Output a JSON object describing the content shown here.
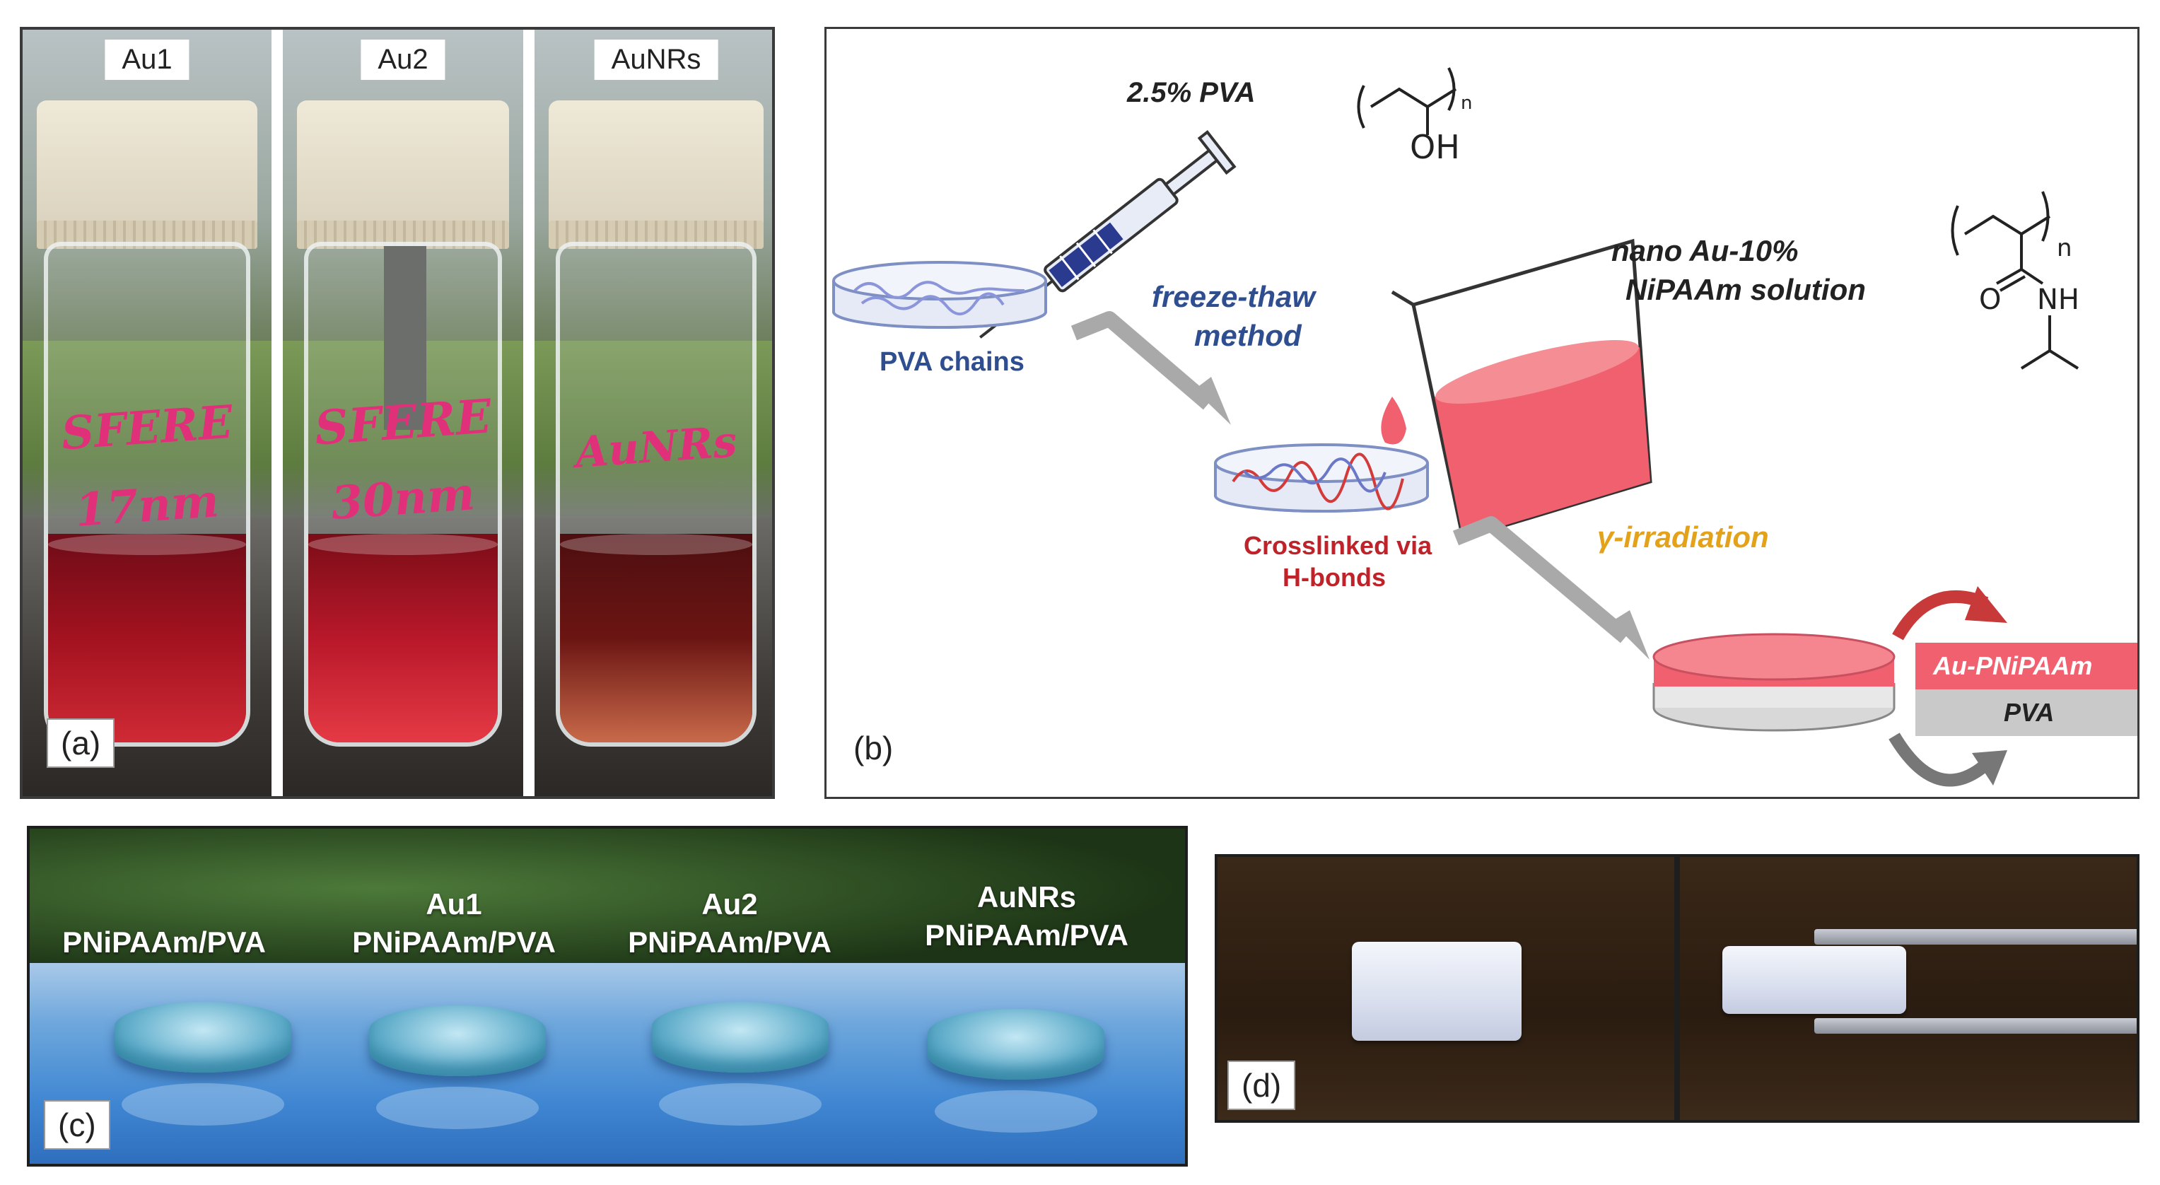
{
  "panel_a": {
    "label": "(a)",
    "vials": [
      {
        "tag": "Au1",
        "writing_line1": "SFERE",
        "writing_line2": "17nm"
      },
      {
        "tag": "Au2",
        "writing_line1": "SFERE",
        "writing_line2": "30nm"
      },
      {
        "tag": "AuNRs",
        "writing_line1": "AuNRs",
        "writing_line2": ""
      }
    ],
    "colors": {
      "vial1_liquid": "#8b0f1e",
      "vial2_liquid": "#9e1622",
      "vial3_liquid": "#6a1515"
    }
  },
  "panel_b": {
    "label": "(b)",
    "pva_title": "2.5% PVA",
    "pva_subscript": "n",
    "pva_oh": "OH",
    "pva_chains": "PVA chains",
    "freeze_thaw_line1": "freeze-thaw",
    "freeze_thaw_line2": "method",
    "crosslinked_line1": "Crosslinked via",
    "crosslinked_line2": "H-bonds",
    "nano_line1": "nano Au-10%",
    "nano_line2": "NiPAAm solution",
    "nipaam_n": "n",
    "nipaam_o": "O",
    "nipaam_nh": "NH",
    "irradiation": "γ-irradiation",
    "layer_top": "Au-PNiPAAm",
    "layer_bottom": "PVA",
    "colors": {
      "blue_text": "#2e4e8f",
      "red_text": "#c0222a",
      "gold_text": "#e3a21a",
      "pink": "#f0606e"
    }
  },
  "panel_c": {
    "label": "(c)",
    "samples": [
      {
        "line1": "",
        "line2": "PNiPAAm/PVA"
      },
      {
        "line1": "Au1",
        "line2": "PNiPAAm/PVA"
      },
      {
        "line1": "Au2",
        "line2": "PNiPAAm/PVA"
      },
      {
        "line1": "AuNRs",
        "line2": "PNiPAAm/PVA"
      }
    ]
  },
  "panel_d": {
    "label": "(d)"
  }
}
